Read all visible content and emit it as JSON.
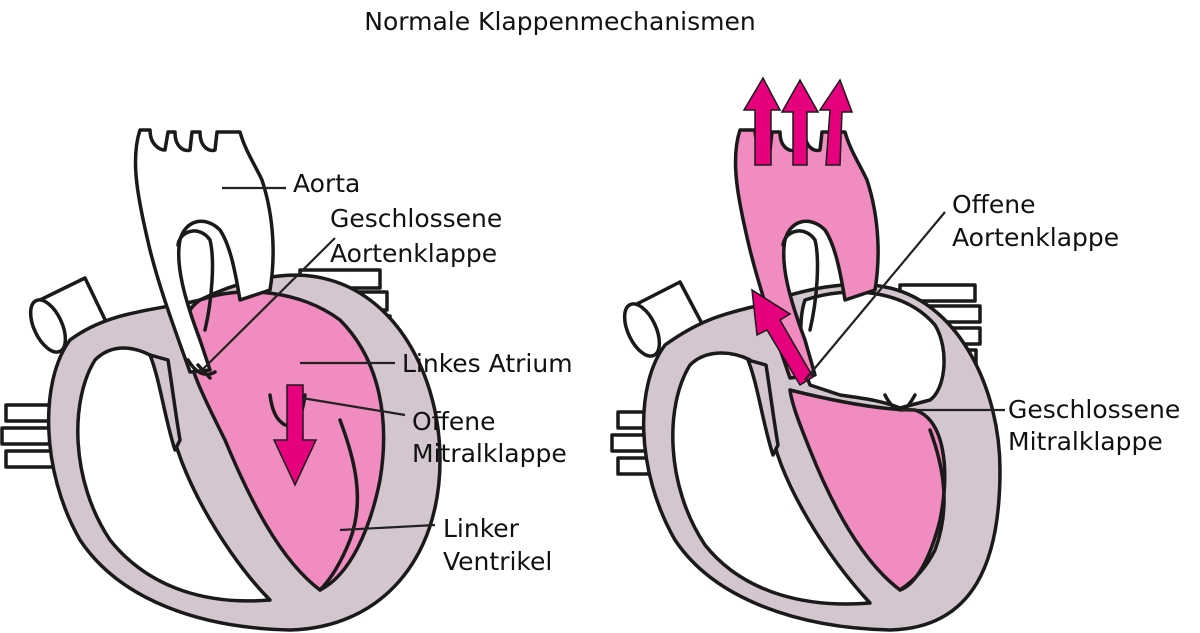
{
  "title": "Normale Klappenmechanismen",
  "colors": {
    "blood": "#f08cbf",
    "arrow": "#e6007e",
    "muscle": "#d4c6cf",
    "outline": "#1a1a1a",
    "background": "#ffffff"
  },
  "left_heart": {
    "labels": {
      "aorta": "Aorta",
      "closed_aortic_valve_1": "Geschlossene",
      "closed_aortic_valve_2": "Aortenklappe",
      "left_atrium": "Linkes Atrium",
      "open_mitral_valve_1": "Offene",
      "open_mitral_valve_2": "Mitralklappe",
      "left_ventricle_1": "Linker",
      "left_ventricle_2": "Ventrikel"
    }
  },
  "right_heart": {
    "labels": {
      "open_aortic_valve_1": "Offene",
      "open_aortic_valve_2": "Aortenklappe",
      "closed_mitral_valve_1": "Geschlossene",
      "closed_mitral_valve_2": "Mitralklappe"
    }
  }
}
